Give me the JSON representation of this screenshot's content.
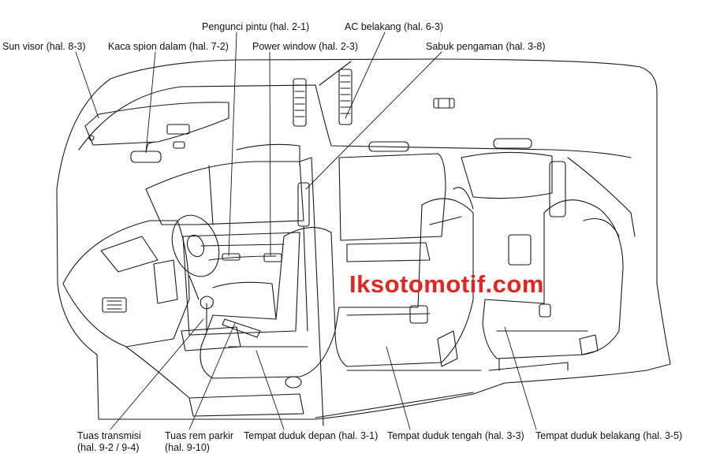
{
  "labels": {
    "sun_visor": "Sun visor (hal. 8-3)",
    "inner_mirror": "Kaca spion dalam (hal. 7-2)",
    "door_lock": "Pengunci pintu (hal. 2-1)",
    "power_window": "Power window (hal. 2-3)",
    "rear_ac": "AC belakang (hal. 6-3)",
    "seat_belt": "Sabuk pengaman (hal. 3-8)",
    "transmission_lever_line1": "Tuas transmisi",
    "transmission_lever_line2": "(hal. 9-2 / 9-4)",
    "parking_brake_line1": "Tuas rem parkir",
    "parking_brake_line2": "(hal. 9-10)",
    "front_seat": "Tempat duduk depan (hal. 3-1)",
    "middle_seat": "Tempat duduk tengah (hal. 3-3)",
    "rear_seat": "Tempat duduk belakang (hal. 3-5)"
  },
  "watermark": "Iksotomotif.com",
  "colors": {
    "line": "#1a1a1a",
    "watermark": "#e8231e",
    "background": "#ffffff"
  }
}
